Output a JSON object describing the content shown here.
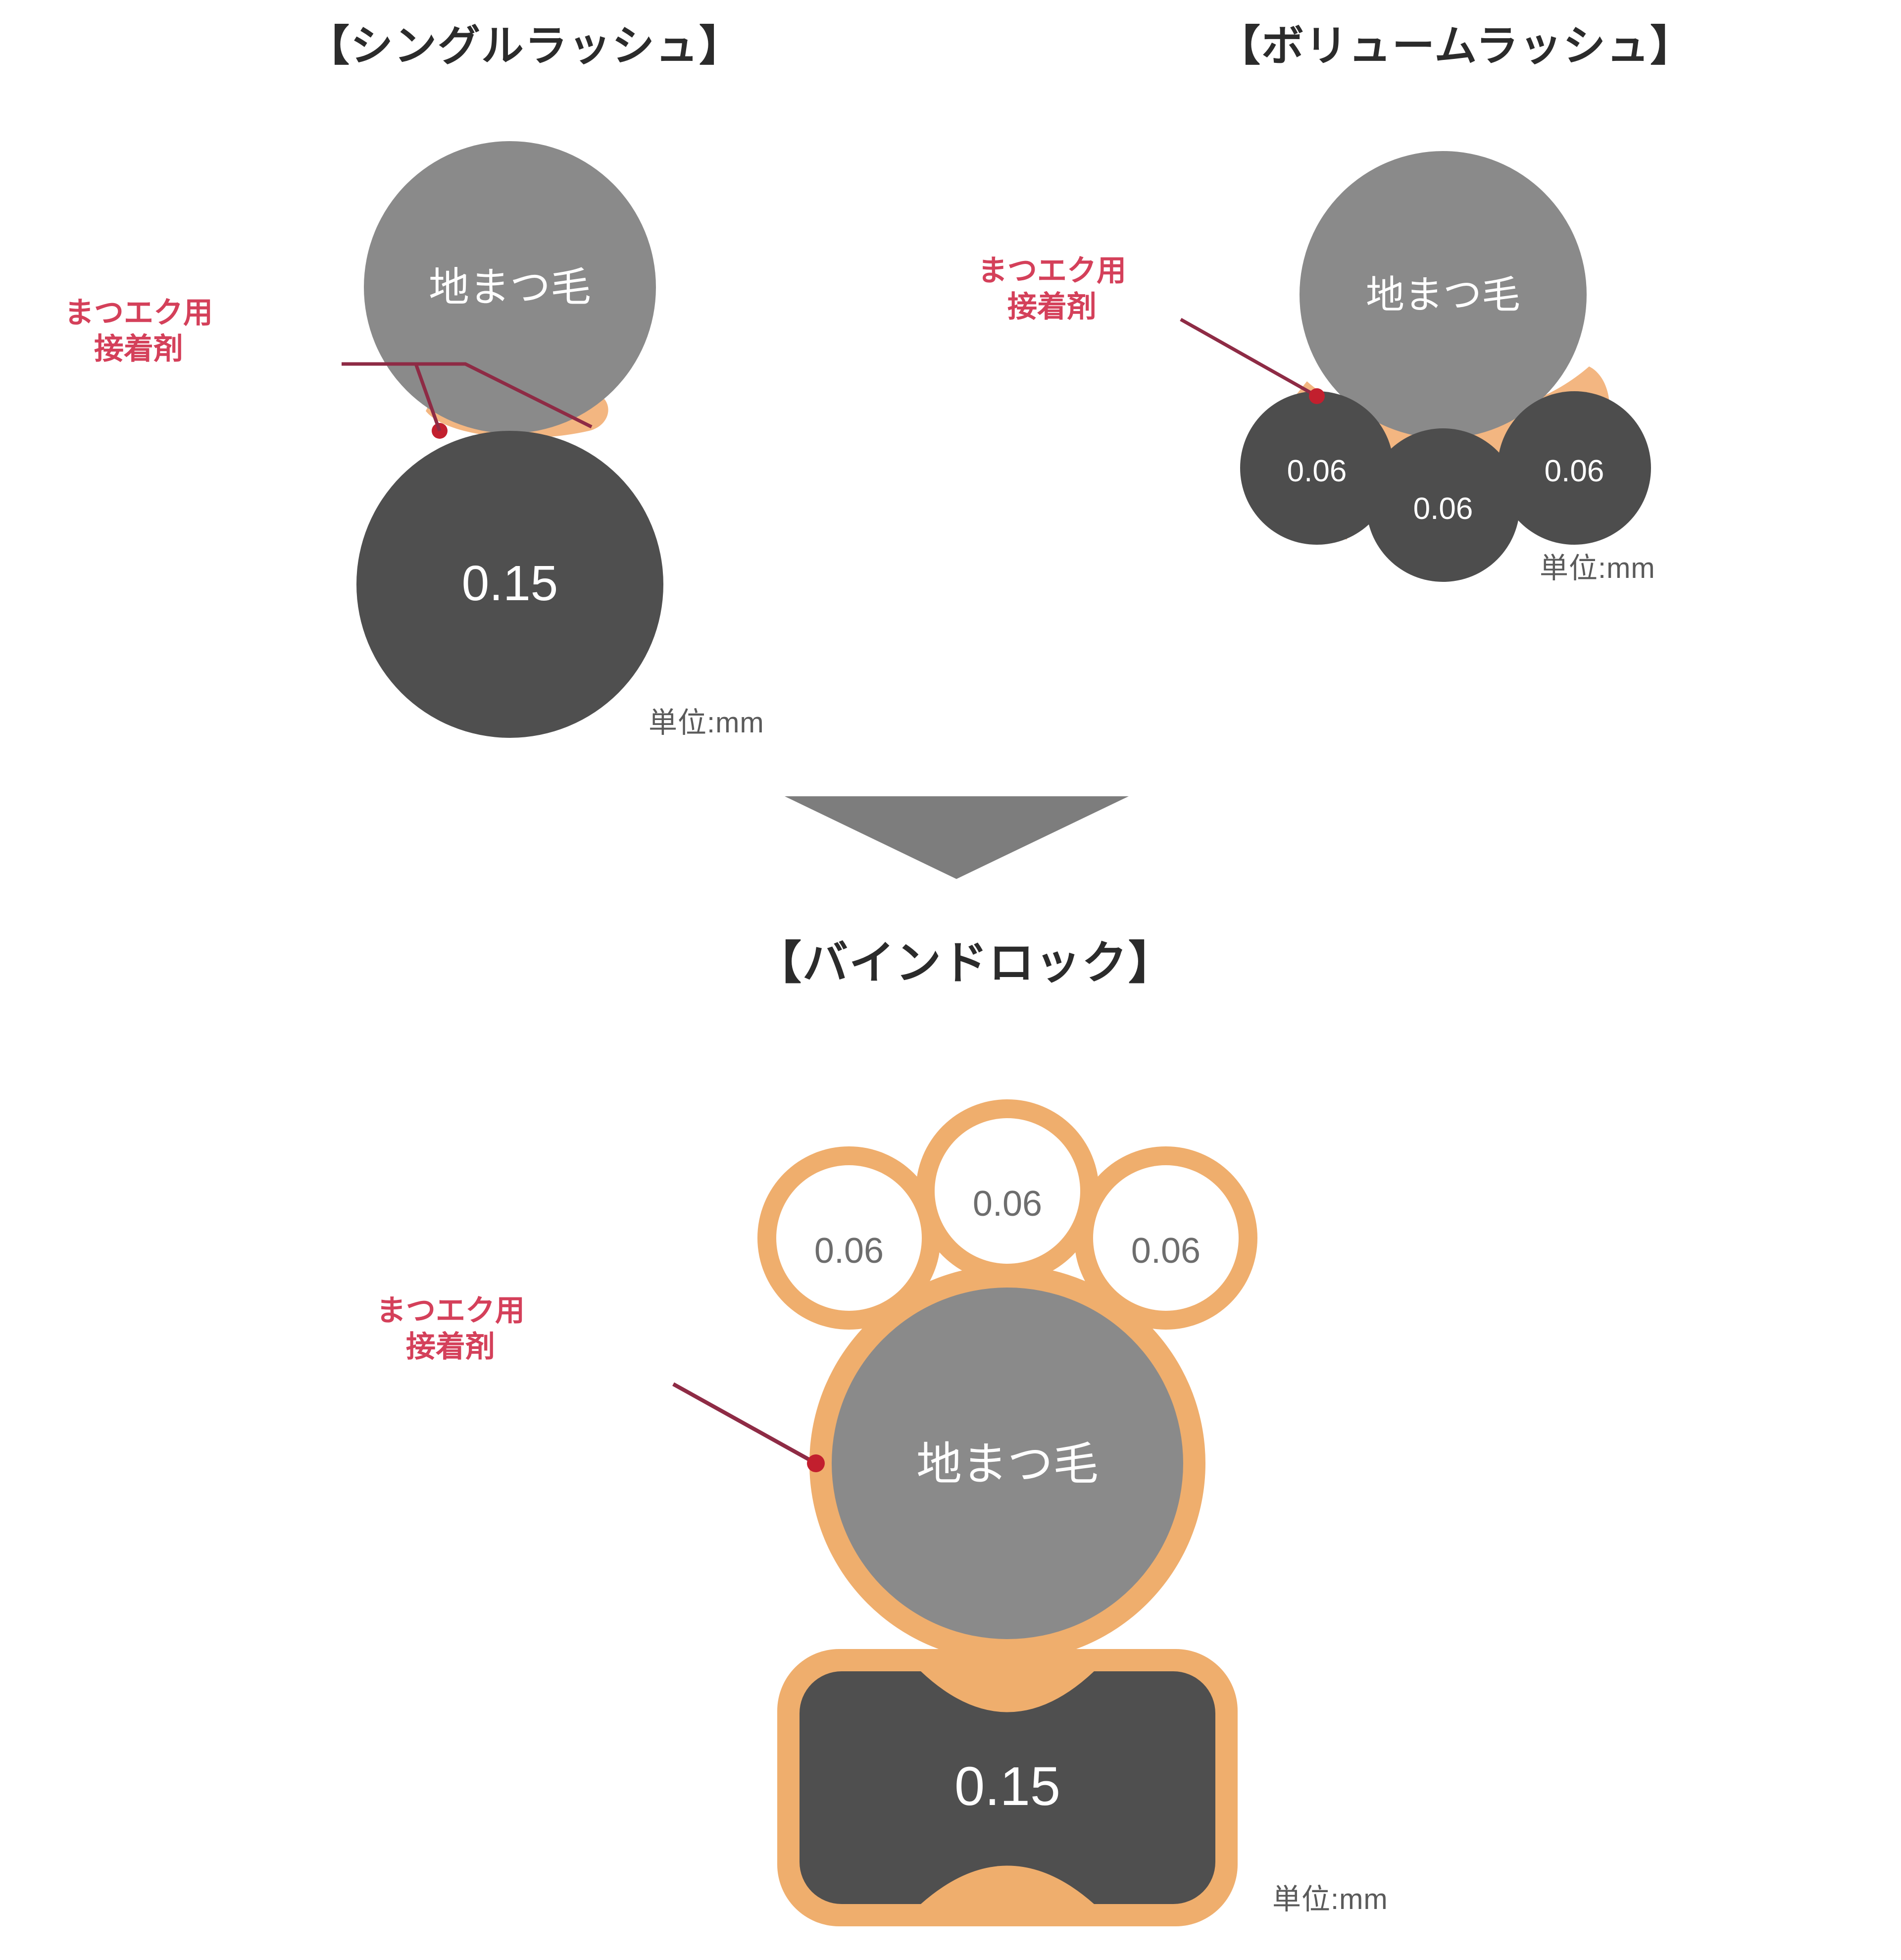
{
  "document": {
    "type": "eyelash-extension-comparison-diagram",
    "unit_note": "単位:mm"
  },
  "panels": {
    "single": {
      "title": "【シングルラッシュ】",
      "natural_lash_label": "地まつ毛",
      "extension_values": [
        "0.15"
      ],
      "glue_label_line1": "まつエク用",
      "glue_label_line2": "接着剤",
      "unit": "単位:mm"
    },
    "volume": {
      "title": "【ボリュームラッシュ】",
      "natural_lash_label": "地まつ毛",
      "extension_values": [
        "0.06",
        "0.06",
        "0.06"
      ],
      "glue_label_line1": "まつエク用",
      "glue_label_line2": "接着剤",
      "unit": "単位:mm"
    },
    "bind": {
      "title": "【バインドロック】",
      "natural_lash_label": "地まつ毛",
      "top_extension_values": [
        "0.06",
        "0.06",
        "0.06"
      ],
      "bottom_extension_value": "0.15",
      "glue_label_line1": "まつエク用",
      "glue_label_line2": "接着剤",
      "unit": "単位:mm"
    }
  },
  "arrow": {
    "direction": "down",
    "color": "#7d7d7d"
  },
  "colors": {
    "natural_lash_fill": "#8a8a8a",
    "extension_dark_fill": "#4f4f4f",
    "glue_fill": "#f2b27a",
    "glue_outline": "#efae6d",
    "label_red": "#d4405a",
    "leader_line": "#8e2b45",
    "marker_dot": "#c21f2e",
    "title_text": "#2b2b2b",
    "unit_text": "#5a5a5a",
    "white_text": "#ffffff",
    "gray_number_text": "#6d6d6d",
    "background": "#ffffff"
  }
}
